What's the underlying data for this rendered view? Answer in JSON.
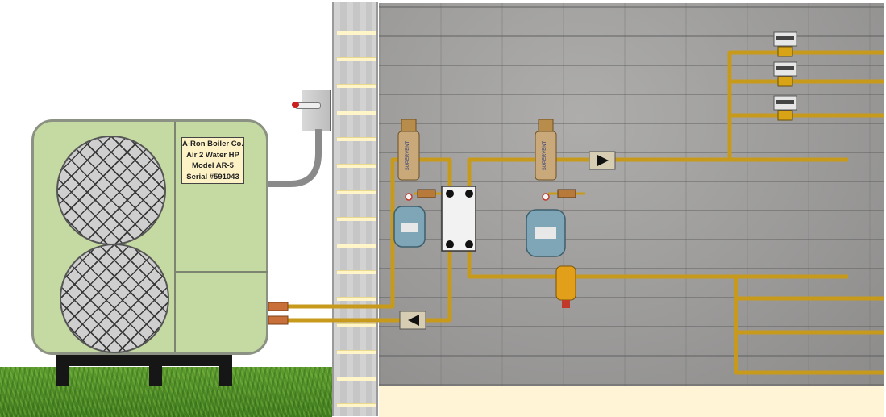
{
  "nameplate": {
    "line1": "A-Ron Boiler Co.",
    "line2": "Air 2 Water HP",
    "line3": "Model AR-5",
    "line4": "Serial #591043"
  },
  "colors": {
    "pipe": "#c89a1c",
    "copper": "#c9703a",
    "tank": "#7fa6b6",
    "heat_pump_cabinet": "#c5d9a3",
    "nameplate_bg": "#fdf1c6"
  },
  "separators": [
    {
      "label": "SUPERVENT"
    },
    {
      "label": "SUPERVENT"
    }
  ]
}
